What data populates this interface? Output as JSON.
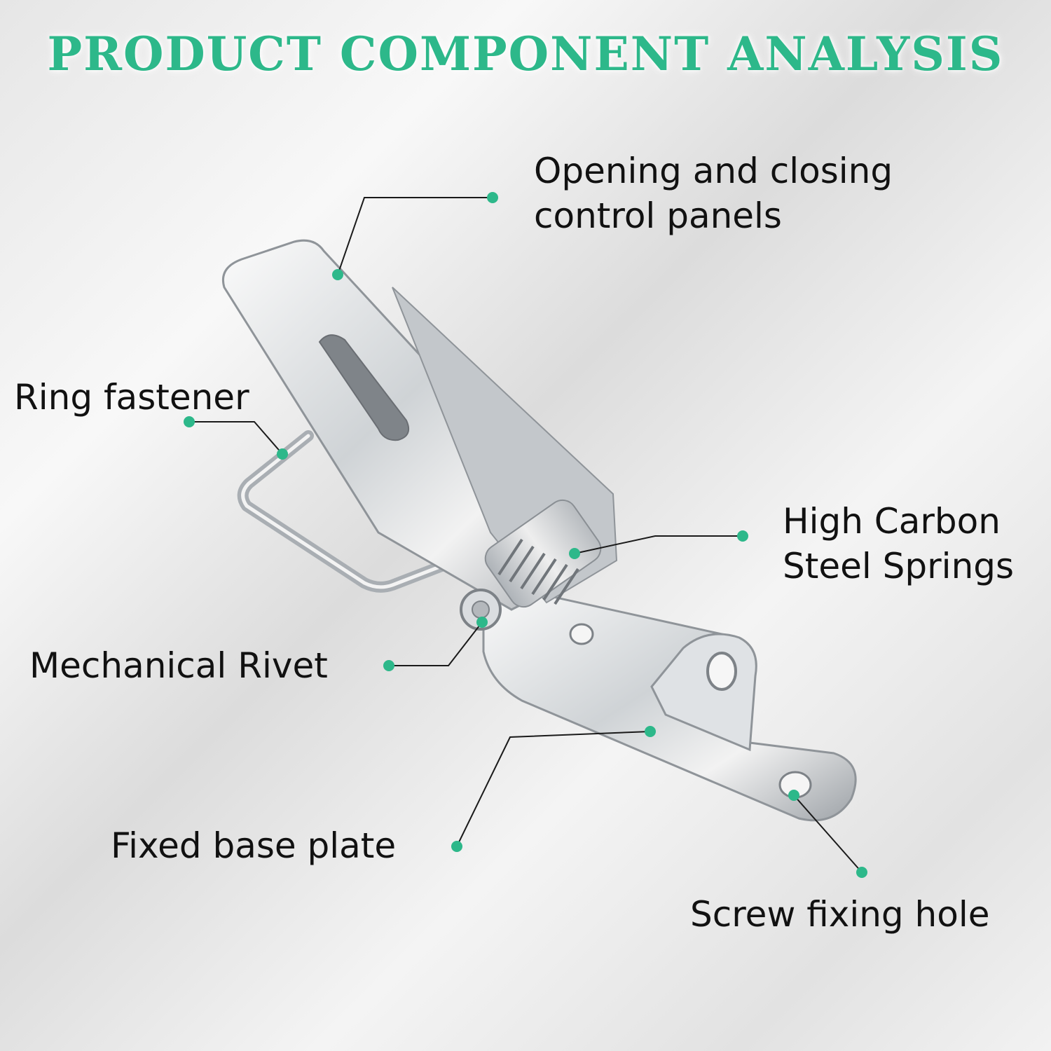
{
  "title": "PRODUCT COMPONENT ANALYSIS",
  "colors": {
    "accent": "#2db88a",
    "text": "#111111",
    "metal": "#c9cdd1"
  },
  "labels": {
    "opening_panel": {
      "line1": "Opening and closing",
      "line2": "control panels"
    },
    "ring_fastener": "Ring fastener",
    "springs": {
      "line1": "High Carbon",
      "line2": "Steel Springs"
    },
    "rivet": "Mechanical Rivet",
    "base_plate": "Fixed base plate",
    "screw_hole": "Screw fixing hole"
  }
}
